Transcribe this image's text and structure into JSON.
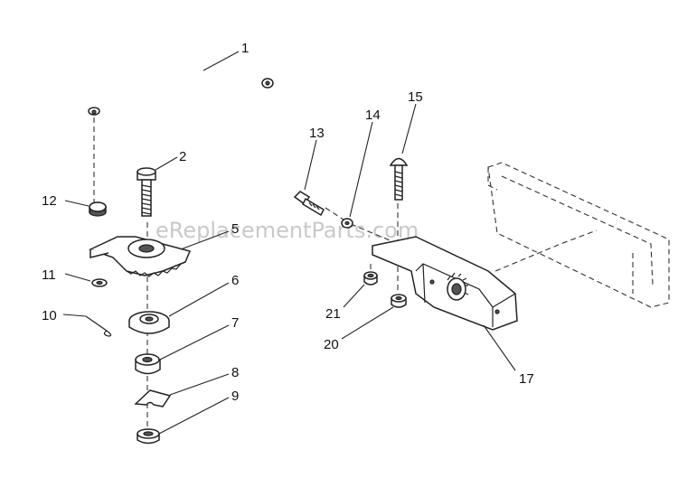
{
  "watermark": "eReplacementParts.com",
  "callouts": {
    "c1": "1",
    "c2": "2",
    "c5": "5",
    "c6": "6",
    "c7": "7",
    "c8": "8",
    "c9": "9",
    "c10": "10",
    "c11": "11",
    "c12": "12",
    "c13": "13",
    "c14": "14",
    "c15": "15",
    "c17": "17",
    "c20": "20",
    "c21": "21"
  }
}
